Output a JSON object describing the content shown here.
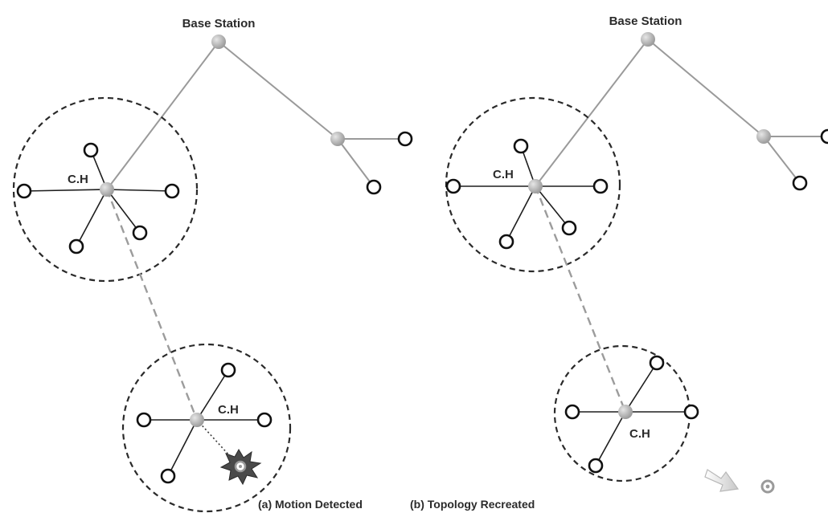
{
  "labels": {
    "base_station_a": "Base Station",
    "base_station_b": "Base Station",
    "ch_a_top": "C.H",
    "ch_a_bottom": "C.H",
    "ch_b_top": "C.H",
    "ch_b_bottom": "C.H",
    "caption_a": "(a) Motion Detected",
    "caption_b": "(b) Topology Recreated"
  },
  "colors": {
    "gray_node": "#b4b4b4",
    "gray_node_highlight": "#dcdcdc",
    "edge": "#9a9a9a",
    "explosion": "#4a4a4a",
    "target_ring": "#9a9a9a"
  }
}
